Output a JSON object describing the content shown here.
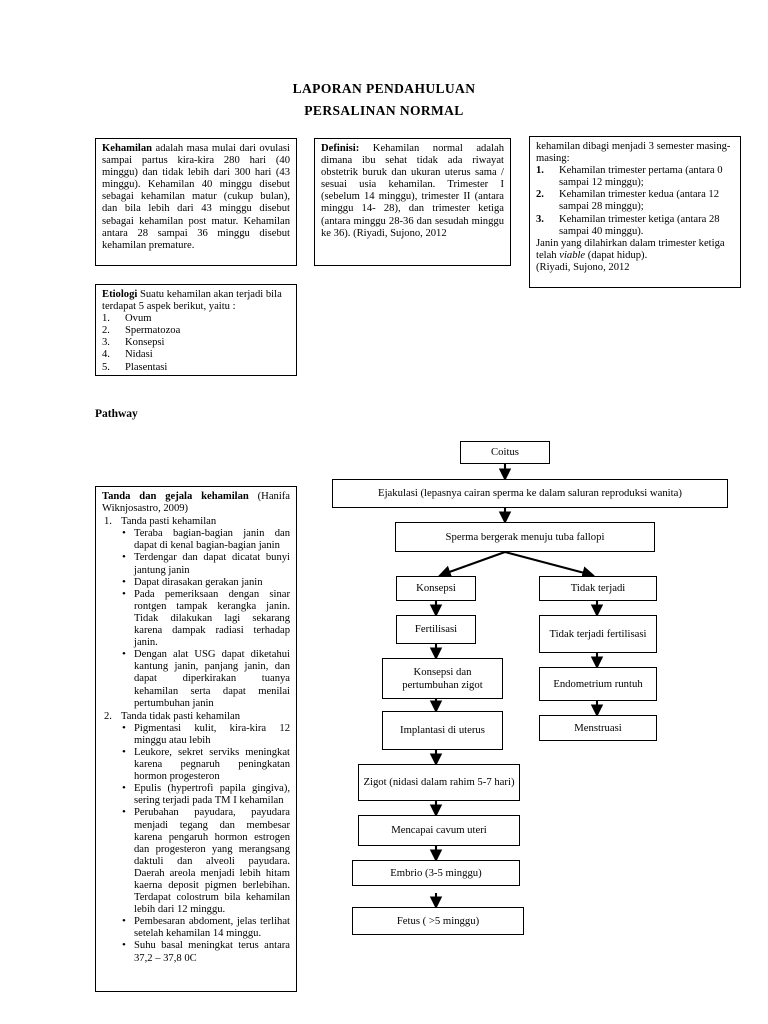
{
  "document": {
    "title_line1": "LAPORAN PENDAHULUAN",
    "title_line2": "PERSALINAN NORMAL",
    "pathway_heading": "Pathway"
  },
  "boxes": {
    "kehamilan": {
      "label": "Kehamilan",
      "body": " adalah masa mulai dari ovulasi sampai partus kira-kira 280 hari (40 minggu) dan tidak lebih dari 300 hari (43 minggu). Kehamilan 40 minggu disebut sebagai kehamilan matur (cukup bulan), dan bila lebih dari 43 minggu disebut sebagai kehamilan post matur. Kehamilan antara 28 sampai 36 minggu disebut kehamilan premature."
    },
    "definisi": {
      "label": "Definisi:",
      "body": " Kehamilan normal adalah dimana ibu sehat tidak ada riwayat obstetrik buruk dan ukuran uterus sama / sesuai usia kehamilan. Trimester I (sebelum 14 minggu), trimester II (antara minggu 14- 28), dan trimester ketiga (antara minggu 28-36 dan sesudah minggu ke 36). (Riyadi, Sujono, 2012"
    },
    "trimester": {
      "intro": "kehamilan dibagi menjadi 3 semester masing-masing:",
      "items": [
        "Kehamilan trimester pertama (antara 0 sampai 12 minggu);",
        "Kehamilan trimester kedua (antara 12 sampai 28 minggu);",
        "Kehamilan trimester ketiga (antara 28 sampai 40 minggu)."
      ],
      "outro_a": "Janin yang dilahirkan dalam trimester ketiga telah ",
      "outro_italic": "viable",
      "outro_b": " (dapat hidup).",
      "source": "(Riyadi, Sujono, 2012"
    },
    "etiologi": {
      "label": "Etiologi",
      "intro": " Suatu kehamilan akan terjadi bila terdapat 5 aspek berikut, yaitu :",
      "items": [
        "Ovum",
        "Spermatozoa",
        "Konsepsi",
        "Nidasi",
        "Plasentasi"
      ]
    },
    "tanda": {
      "label": "Tanda dan gejala kehamilan",
      "source": " (Hanifa Wiknjosastro, 2009)",
      "groups": [
        {
          "num": "1.",
          "heading": "Tanda pasti kehamilan",
          "items": [
            "Teraba bagian-bagian janin dan dapat di kenal bagian-bagian janin",
            "Terdengar dan dapat dicatat bunyi jantung janin",
            "Dapat dirasakan gerakan janin",
            "Pada pemeriksaan dengan sinar rontgen tampak kerangka janin. Tidak dilakukan lagi sekarang karena dampak radiasi terhadap janin.",
            "Dengan alat USG dapat diketahui kantung janin, panjang janin, dan dapat diperkirakan tuanya kehamilan serta dapat menilai pertumbuhan janin"
          ]
        },
        {
          "num": "2.",
          "heading": "Tanda tidak pasti kehamilan",
          "items": [
            "Pigmentasi kulit, kira-kira 12 minggu atau lebih",
            "Leukore, sekret serviks meningkat karena pegnaruh peningkatan hormon progesteron",
            "Epulis (hypertrofi papila gingiva), sering terjadi pada TM I kehamilan",
            "Perubahan payudara, payudara menjadi tegang dan membesar karena pengaruh hormon estrogen dan progesteron yang merangsang daktuli dan alveoli payudara. Daerah areola menjadi lebih hitam kaerna deposit pigmen berlebihan. Terdapat colostrum bila kehamilan lebih dari 12 minggu.",
            "Pembesaran abdoment, jelas terlihat setelah kehamilan 14 minggu.",
            "Suhu basal meningkat terus antara 37,2 – 37,8 0C"
          ]
        }
      ]
    }
  },
  "flowchart": {
    "nodes": [
      {
        "id": "coitus",
        "label": "Coitus"
      },
      {
        "id": "ejakulasi",
        "label": "Ejakulasi (lepasnya cairan sperma ke dalam saluran reproduksi  wanita)"
      },
      {
        "id": "sperma",
        "label": "Sperma bergerak menuju tuba fallopi"
      },
      {
        "id": "konsepsi",
        "label": "Konsepsi"
      },
      {
        "id": "tidak-terjadi",
        "label": "Tidak terjadi"
      },
      {
        "id": "fertilisasi",
        "label": "Fertilisasi"
      },
      {
        "id": "tidak-fert",
        "label": "Tidak terjadi fertilisasi"
      },
      {
        "id": "zigot-tumbuh",
        "label": "Konsepsi dan pertumbuhan zigot"
      },
      {
        "id": "endometrium",
        "label": "Endometrium runtuh"
      },
      {
        "id": "implantasi",
        "label": "Implantasi di uterus"
      },
      {
        "id": "menstruasi",
        "label": "Menstruasi"
      },
      {
        "id": "zigot",
        "label": "Zigot (nidasi dalam rahim 5-7 hari)"
      },
      {
        "id": "cavum",
        "label": "Mencapai  cavum uteri"
      },
      {
        "id": "embrio",
        "label": "Embrio (3-5 minggu)"
      },
      {
        "id": "fetus",
        "label": "Fetus ( >5 minggu)"
      }
    ]
  }
}
